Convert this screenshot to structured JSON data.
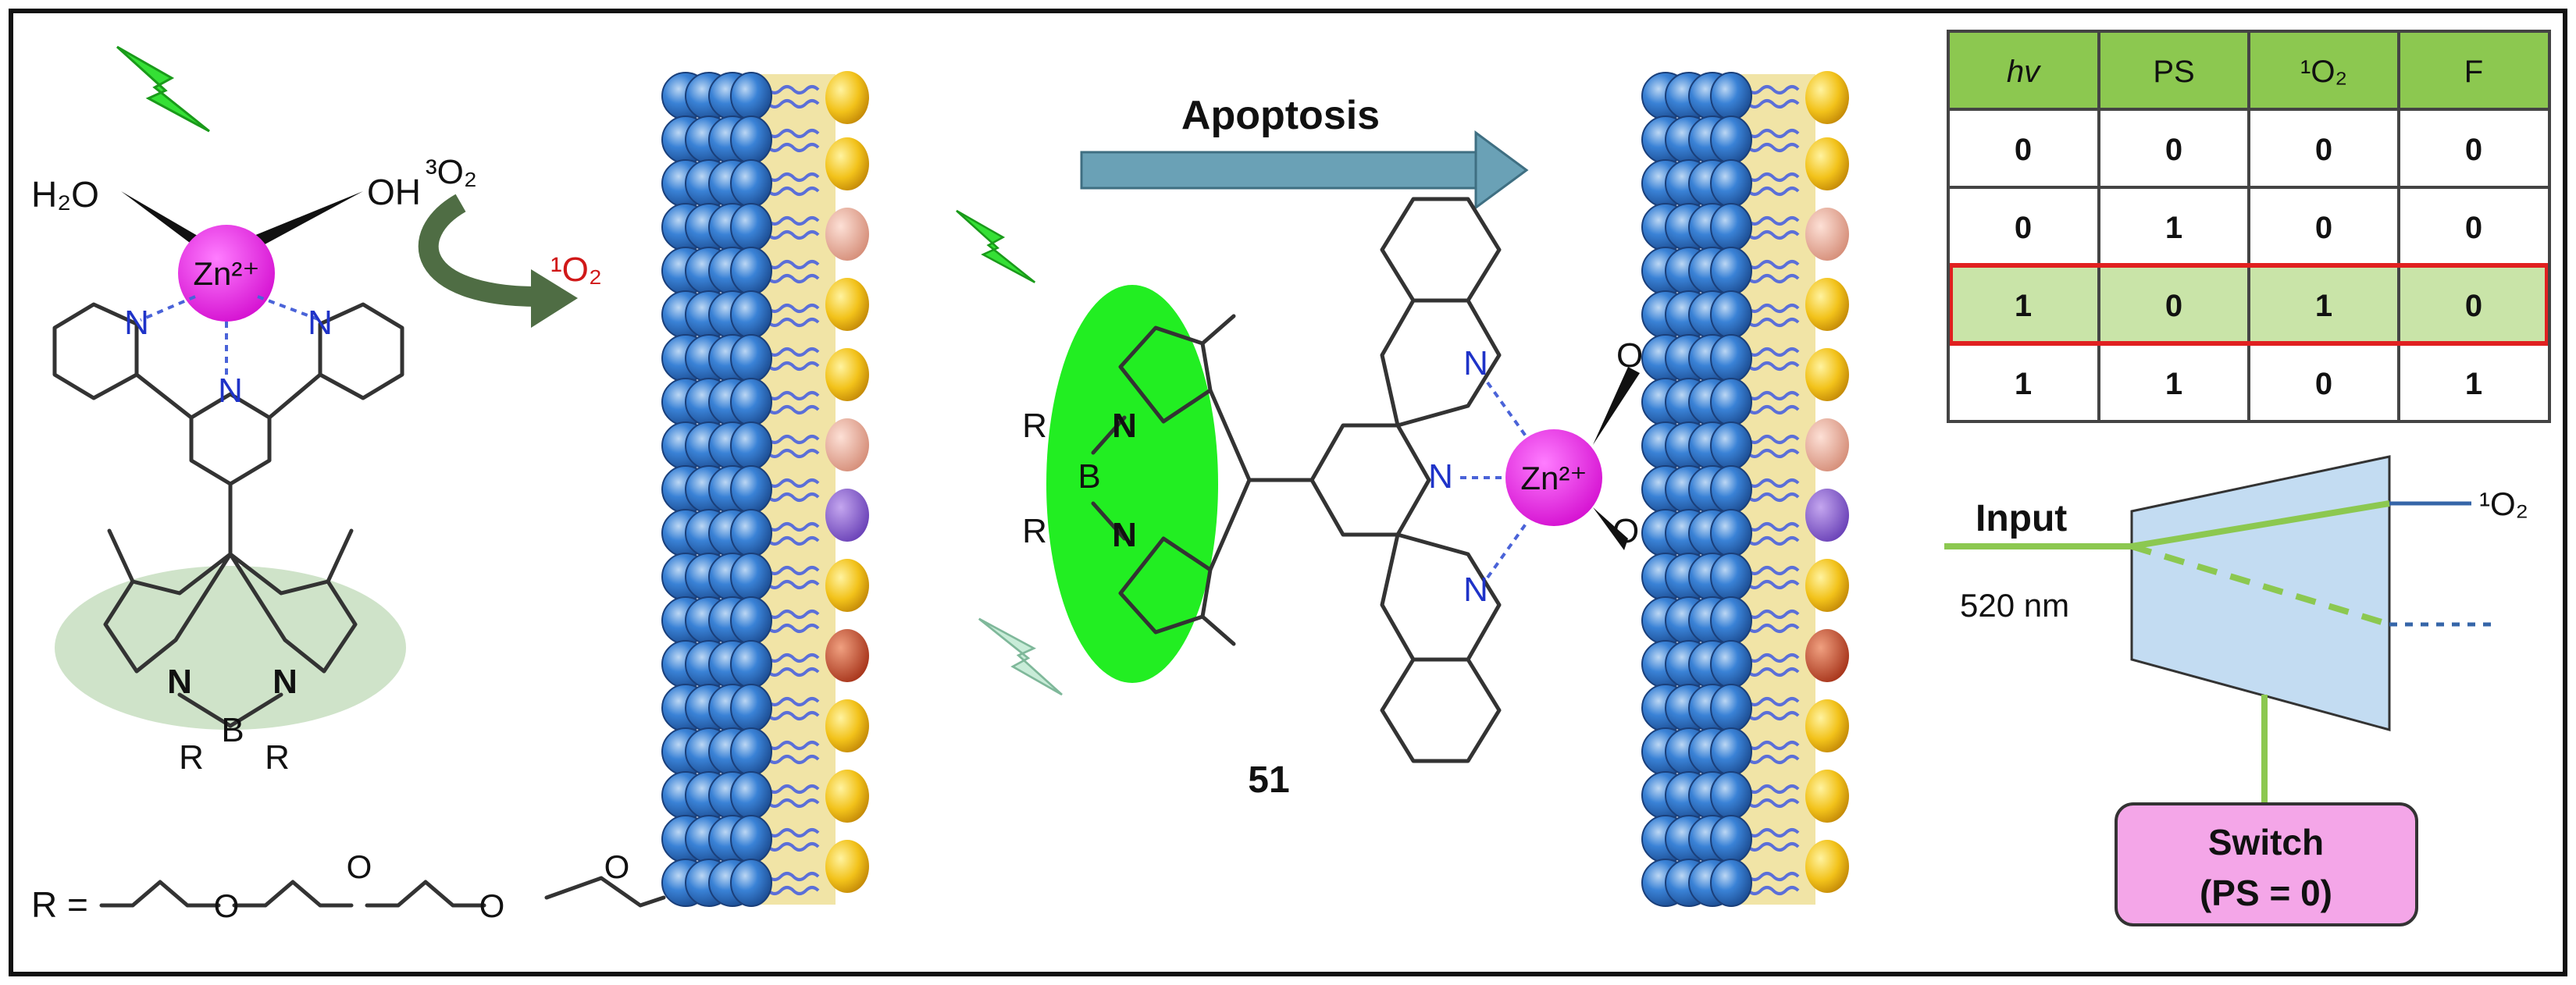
{
  "labels": {
    "water": "H₂O",
    "hydroxide": "OH",
    "zinc_left": "Zn²⁺",
    "zinc_right": "Zn²⁺",
    "triplet_oxygen": "³O₂",
    "singlet_oxygen": "¹O₂",
    "apoptosis": "Apoptosis",
    "compound_number": "51",
    "r_definition": "R =",
    "atom_n": "N",
    "atom_b": "B",
    "atom_r": "R",
    "atom_o": "O"
  },
  "truth_table": {
    "headers": [
      "hv",
      "PS",
      "¹O₂",
      "F"
    ],
    "rows": [
      [
        "0",
        "0",
        "0",
        "0"
      ],
      [
        "0",
        "1",
        "0",
        "0"
      ],
      [
        "1",
        "0",
        "1",
        "0"
      ],
      [
        "1",
        "1",
        "0",
        "1"
      ]
    ],
    "highlighted_row": 2
  },
  "gate": {
    "input_label": "Input",
    "wavelength": "520 nm",
    "output_label": "¹O₂",
    "switch_label": "Switch",
    "switch_condition": "(PS = 0)"
  },
  "colors": {
    "zinc": "#e91fe0",
    "light_bolt": "#35e035",
    "bodipy_highlight_left": "#cfe3c9",
    "bodipy_highlight_right": "#22ee22",
    "oxygen_arrow": "#4f6d44",
    "apoptosis_arrow": "#6aa1b6",
    "table_header": "#8cc850",
    "table_highlight": "#c9e4a8",
    "table_highlight_border": "#e02020",
    "gate_fill": "#c3dcf2",
    "gate_line": "#8cc850",
    "switch_fill": "#f4a6e8",
    "lipid_head": "#2f73c9",
    "lipid_tail": "#f1e4a6"
  }
}
